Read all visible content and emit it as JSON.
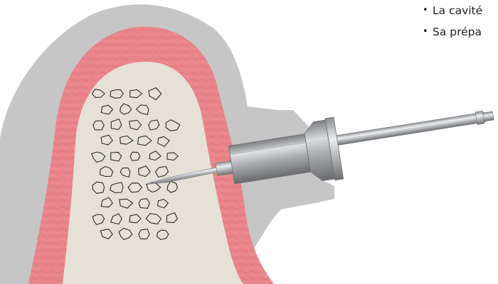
{
  "bullets": [
    {
      "text": "La cavité"
    },
    {
      "text": "Sa prépa"
    }
  ],
  "colors": {
    "background": "#ffffff",
    "soft_tissue_outer": "#c6c6c6",
    "gingiva": "#e9848a",
    "bone_marrow": "#e6e1d6",
    "trabecula_stroke": "#2b2b2b",
    "instrument_metal": "#a7a9ac",
    "instrument_highlight": "#eceff1"
  },
  "icons": [
    "drill-instrument",
    "bone-trabeculae"
  ]
}
